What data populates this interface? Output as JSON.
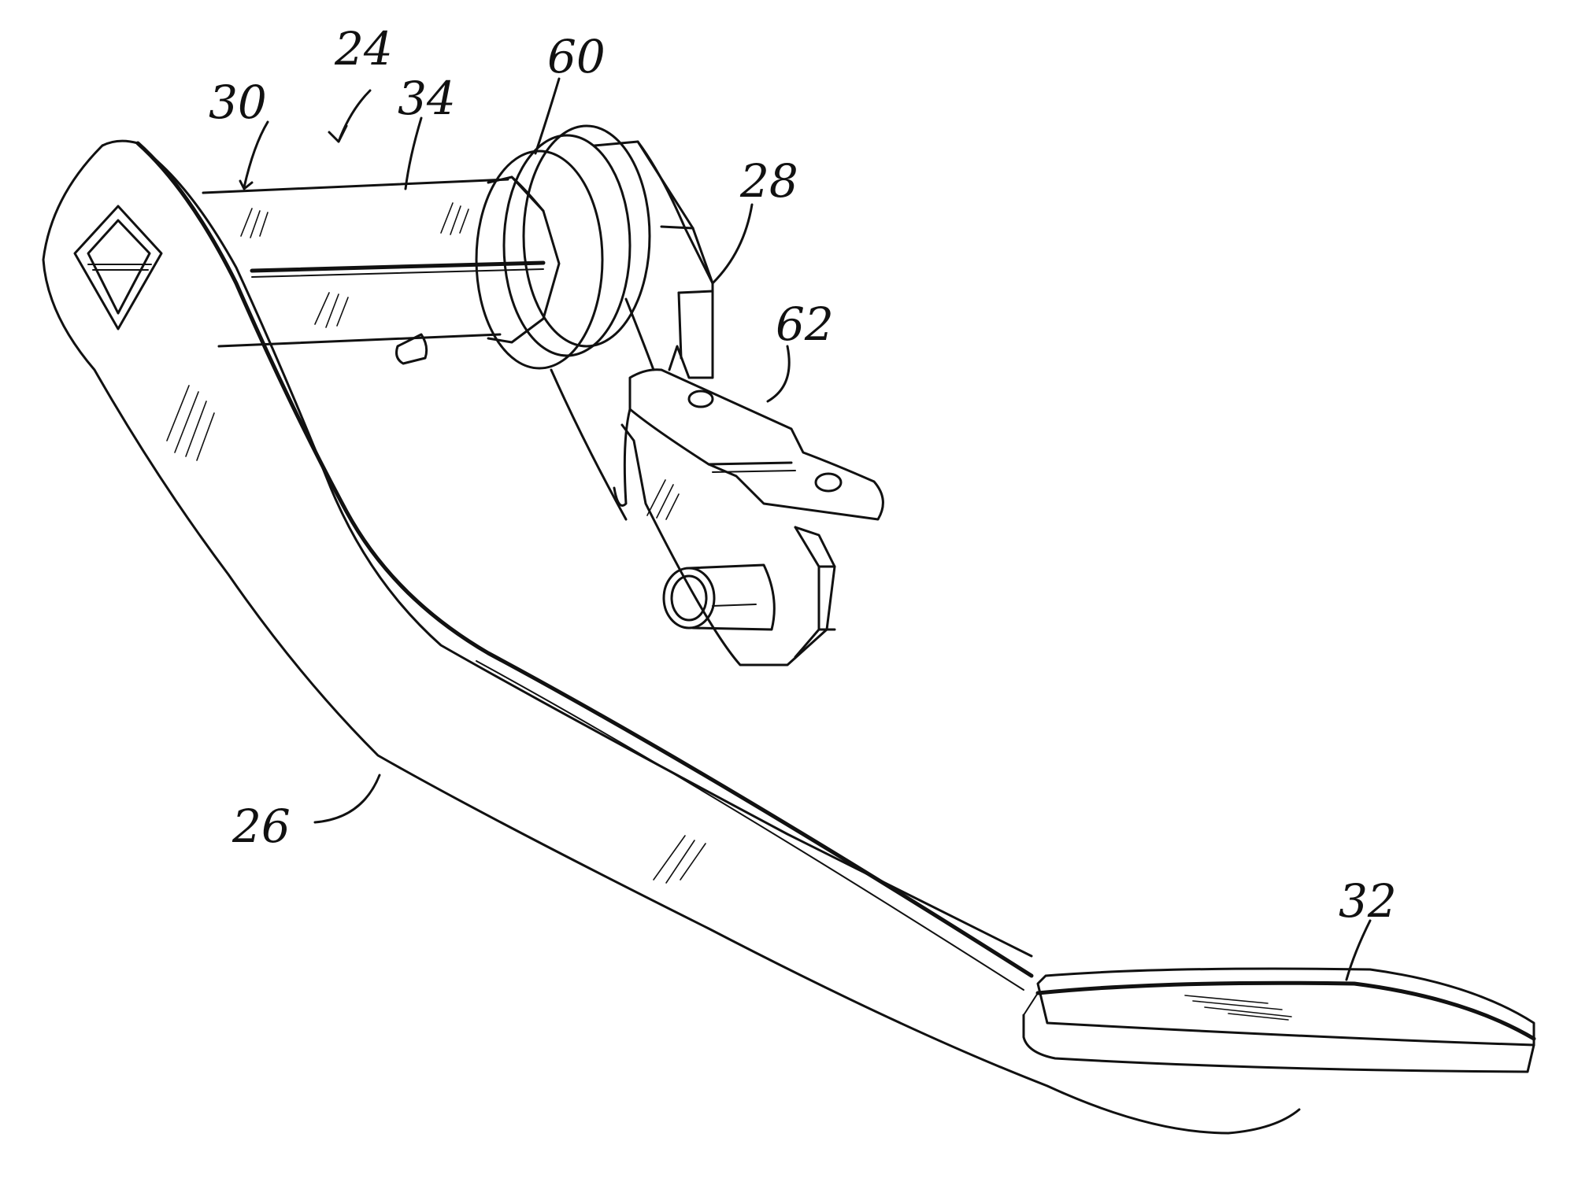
{
  "labels": {
    "assembly": "24",
    "shaft_end": "30",
    "shaft": "34",
    "spring": "60",
    "bracket": "28",
    "lever": "62",
    "pedal_arm": "26",
    "pedal_pad": "32"
  },
  "colors": {
    "ink": "#111111",
    "paper": "#ffffff"
  }
}
